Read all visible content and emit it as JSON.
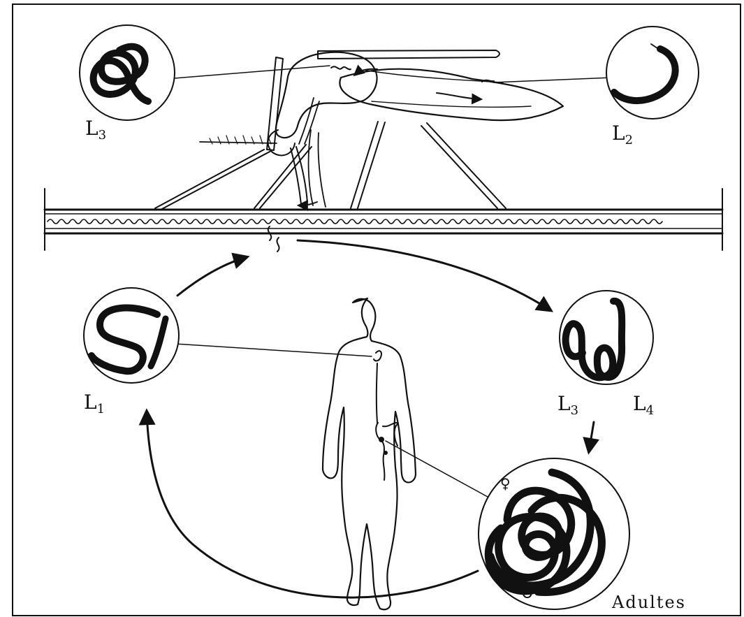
{
  "labels": {
    "l3_top": "L3",
    "l2_top": "L2",
    "l1_left": "L1",
    "l3_right": "L3",
    "l4_right": "L4",
    "adultes": "Adultes",
    "female_symbol": "♀",
    "male_symbol": "♂"
  },
  "colors": {
    "ink": "#111111",
    "paper": "#ffffff"
  }
}
